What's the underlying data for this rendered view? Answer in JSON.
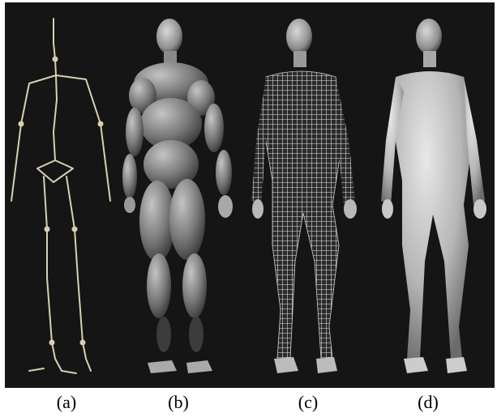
{
  "figure": {
    "background": "#151515",
    "panels": [
      {
        "id": "a",
        "caption": "(a)",
        "content": "skeleton"
      },
      {
        "id": "b",
        "caption": "(b)",
        "content": "muscle-ellipsoids"
      },
      {
        "id": "c",
        "caption": "(c)",
        "content": "wireframe-mesh"
      },
      {
        "id": "d",
        "caption": "(d)",
        "content": "smooth-skin"
      }
    ]
  },
  "colors": {
    "skeleton": "#d8d0b0",
    "skin": "#bdbdbd",
    "muscle": "#8a8a8a",
    "mesh": "#ececec"
  }
}
